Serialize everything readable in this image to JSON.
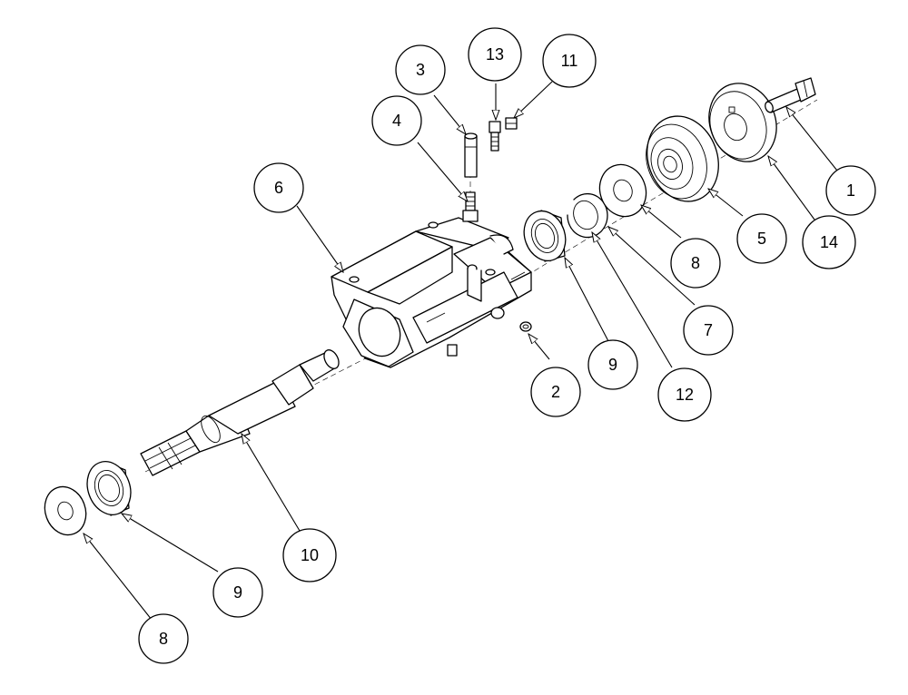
{
  "diagram": {
    "callouts": [
      {
        "id": "c1",
        "label": "1"
      },
      {
        "id": "c2",
        "label": "2"
      },
      {
        "id": "c3",
        "label": "3"
      },
      {
        "id": "c4",
        "label": "4"
      },
      {
        "id": "c5",
        "label": "5"
      },
      {
        "id": "c6",
        "label": "6"
      },
      {
        "id": "c7",
        "label": "7"
      },
      {
        "id": "c8a",
        "label": "8"
      },
      {
        "id": "c8b",
        "label": "8"
      },
      {
        "id": "c9a",
        "label": "9"
      },
      {
        "id": "c9b",
        "label": "9"
      },
      {
        "id": "c10",
        "label": "10"
      },
      {
        "id": "c11",
        "label": "11"
      },
      {
        "id": "c12",
        "label": "12"
      },
      {
        "id": "c13",
        "label": "13"
      },
      {
        "id": "c14",
        "label": "14"
      }
    ]
  }
}
